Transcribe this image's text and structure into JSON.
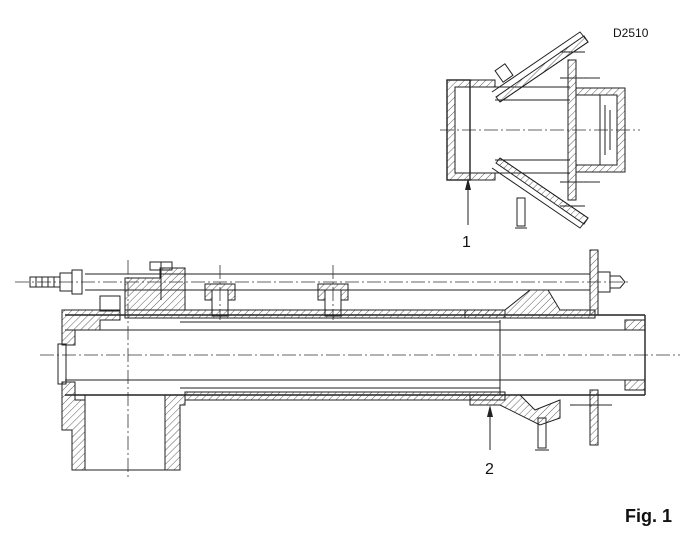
{
  "drawing": {
    "code": "D2510",
    "figure_label": "Fig. 1",
    "callouts": [
      "1",
      "2"
    ]
  }
}
